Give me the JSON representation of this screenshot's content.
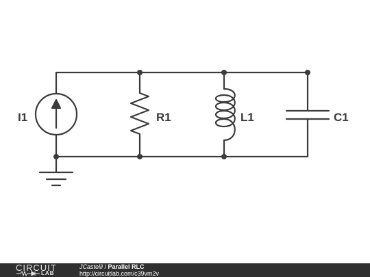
{
  "circuit": {
    "source_label": "I1",
    "resistor_label": "R1",
    "inductor_label": "L1",
    "capacitor_label": "C1"
  },
  "footer": {
    "logo_word": "CIRCUIT",
    "logo_sub": "LAB",
    "author": "JCastelli",
    "separator": " / ",
    "title": "Parallel RLC",
    "url": "http://circuitlab.com/c39vm2v"
  }
}
